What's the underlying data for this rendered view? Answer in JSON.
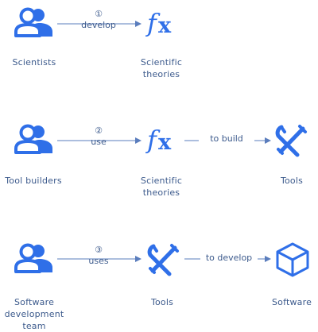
{
  "colors": {
    "icon": "#2f6fe8",
    "line": "#5a7dbd",
    "text": "#3c5a8c"
  },
  "rows": [
    {
      "actor": {
        "icon": "users-icon",
        "label": "Scientists"
      },
      "step": {
        "number": "①",
        "verb": "develop"
      },
      "target": {
        "icon": "function-fx-icon",
        "label": "Scientific theories"
      },
      "next": null
    },
    {
      "actor": {
        "icon": "users-icon",
        "label": "Tool builders"
      },
      "step": {
        "number": "②",
        "verb": "use"
      },
      "target": {
        "icon": "function-fx-icon",
        "label": "Scientific theories"
      },
      "next": {
        "verb": "to build",
        "icon": "tools-icon",
        "label": "Tools"
      }
    },
    {
      "actor": {
        "icon": "users-icon",
        "label": "Software development team"
      },
      "step": {
        "number": "③",
        "verb": "uses"
      },
      "target": {
        "icon": "tools-icon",
        "label": "Tools"
      },
      "next": {
        "verb": "to develop",
        "icon": "cube-icon",
        "label": "Software"
      }
    }
  ]
}
